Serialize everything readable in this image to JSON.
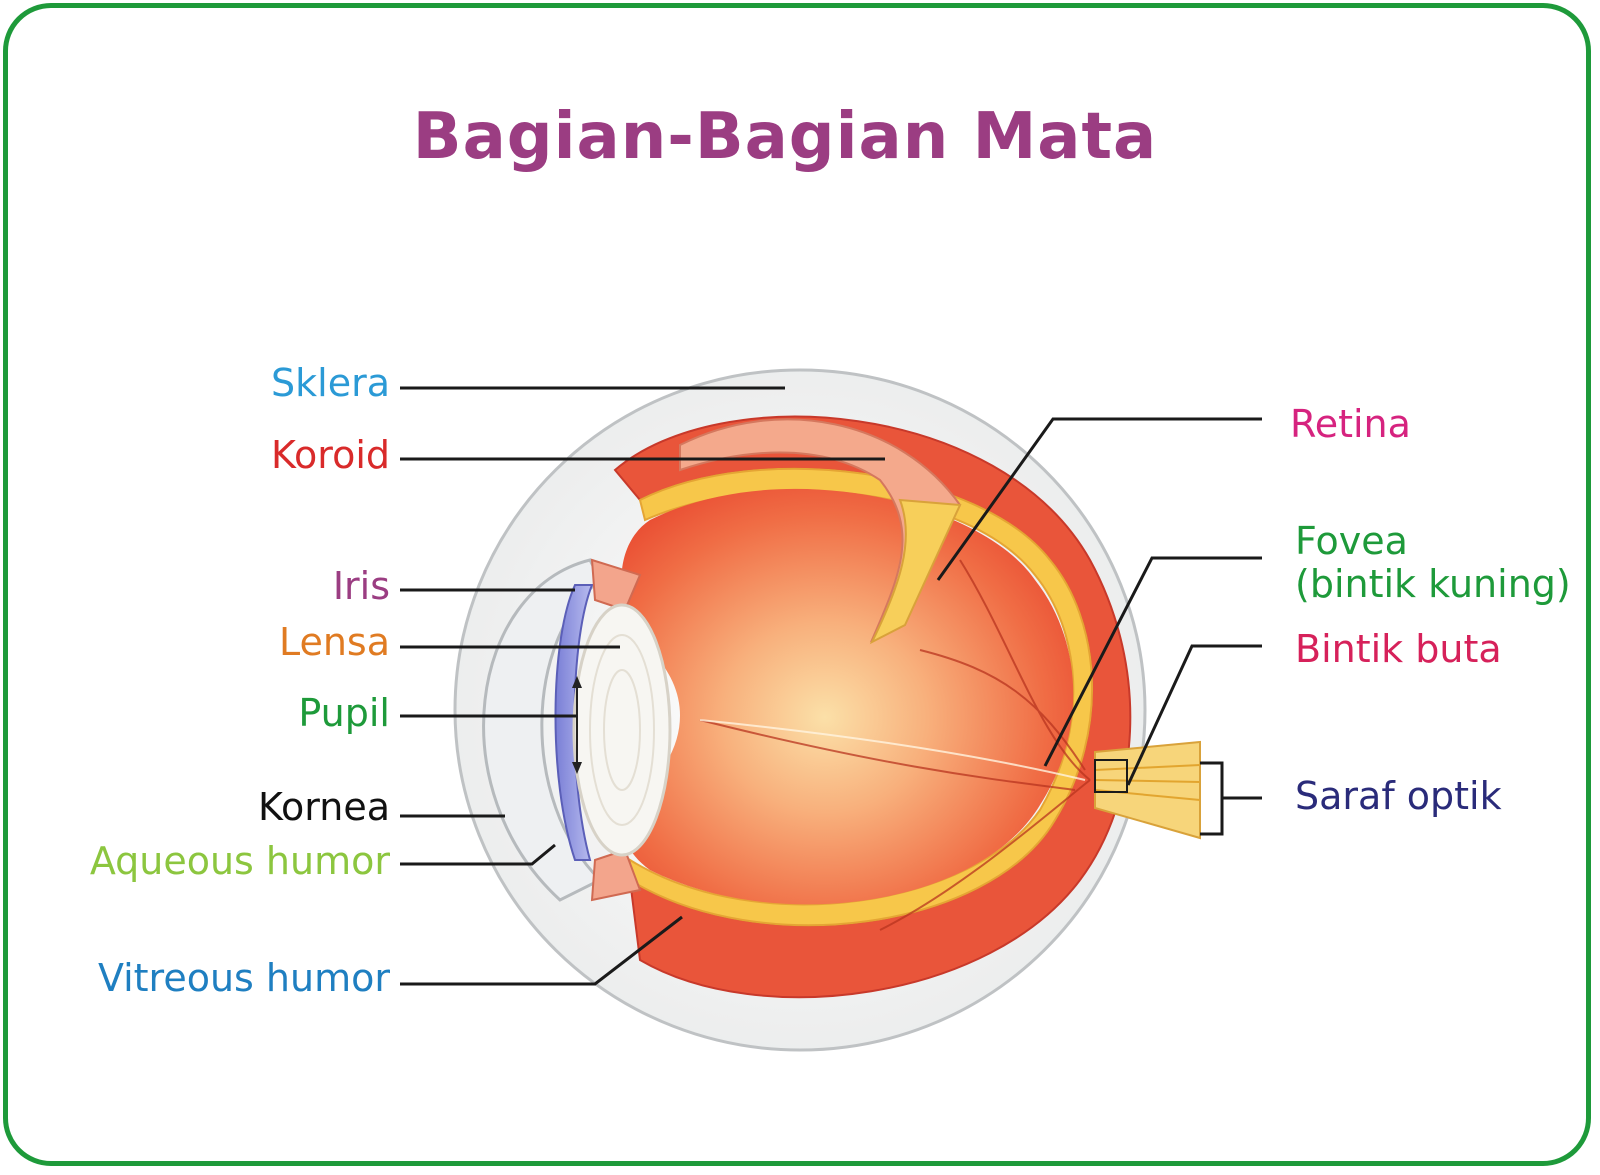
{
  "title": {
    "text": "Bagian-Bagian Mata",
    "color": "#9b3d82"
  },
  "colors": {
    "frame": "#1e9a3a",
    "leader": "#1a1a1a"
  },
  "labels": {
    "sklera": {
      "text": "Sklera",
      "color": "#2b9ad6"
    },
    "koroid": {
      "text": "Koroid",
      "color": "#d92a2a"
    },
    "iris": {
      "text": "Iris",
      "color": "#9b3d82"
    },
    "lensa": {
      "text": "Lensa",
      "color": "#e07b22"
    },
    "pupil": {
      "text": "Pupil",
      "color": "#1e9a3a"
    },
    "kornea": {
      "text": "Kornea",
      "color": "#111111"
    },
    "aqueous": {
      "text": "Aqueous humor",
      "color": "#8cc63f"
    },
    "vitreous": {
      "text": "Vitreous humor",
      "color": "#1f7fc1"
    },
    "retina": {
      "text": "Retina",
      "color": "#d6237f"
    },
    "fovea1": {
      "text": "Fovea",
      "color": "#1e9a3a"
    },
    "fovea2": {
      "text": "(bintik kuning)",
      "color": "#1e9a3a"
    },
    "bintik_buta": {
      "text": "Bintik buta",
      "color": "#d6215a"
    },
    "saraf": {
      "text": "Saraf optik",
      "color": "#2a2b7a"
    }
  }
}
